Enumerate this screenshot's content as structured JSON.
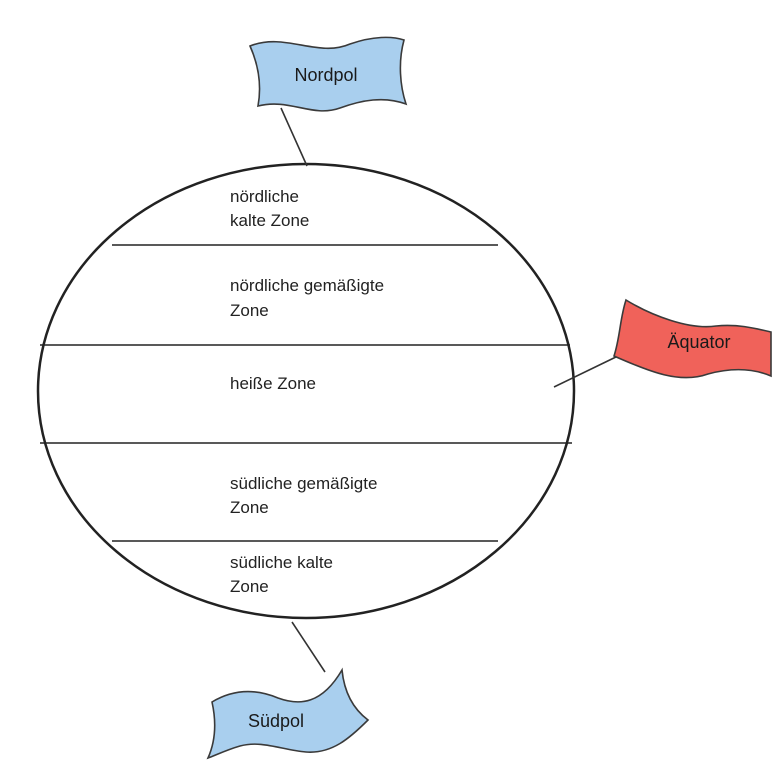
{
  "flags": {
    "north": {
      "label": "Nordpol",
      "color": "#a9cfee"
    },
    "equator": {
      "label": "Äquator",
      "color": "#f0625a"
    },
    "south": {
      "label": "Südpol",
      "color": "#a9cfee"
    }
  },
  "zones": [
    {
      "line1": "nördliche",
      "line2": "kalte Zone"
    },
    {
      "line1": "nördliche gemäßigte",
      "line2": "Zone"
    },
    {
      "line1": "heiße Zone",
      "line2": ""
    },
    {
      "line1": "südliche gemäßigte",
      "line2": "Zone"
    },
    {
      "line1": "südliche kalte",
      "line2": "Zone"
    }
  ],
  "colors": {
    "outline": "#222222",
    "background": "#ffffff"
  }
}
